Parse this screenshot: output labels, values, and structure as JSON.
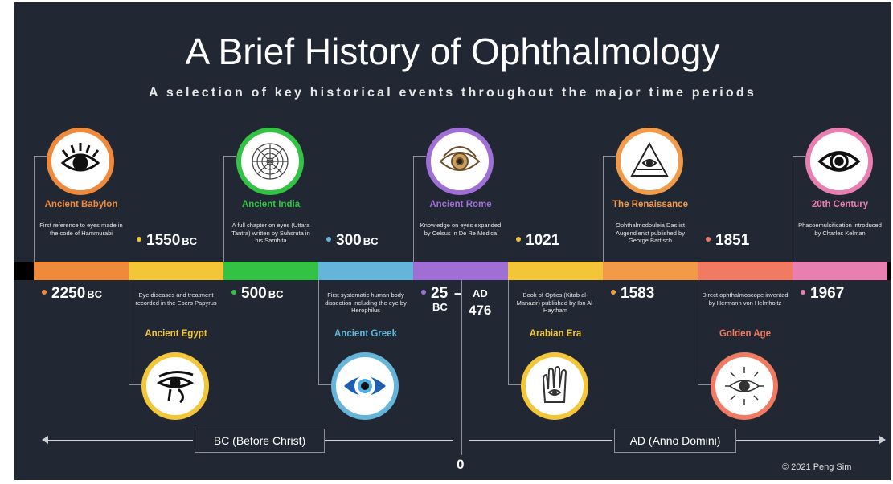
{
  "title": "A Brief History of Ophthalmology",
  "subtitle": "A selection of key historical events throughout the major time periods",
  "colors": {
    "background": "#222833",
    "babylon": "#ef8a3c",
    "egypt": "#f3c63a",
    "india": "#33c243",
    "greek": "#64b5d9",
    "rome": "#9f6fd6",
    "arabian": "#f3c63a",
    "renaissance": "#f09a4a",
    "golden": "#f07a62",
    "century20": "#e87fb0"
  },
  "eras": {
    "babylon": {
      "name": "Ancient Babylon",
      "desc": "First reference to eyes made in the code of Hammurabi",
      "date": "2250",
      "suffix": "BC",
      "icon": "eye-lashes-icon"
    },
    "egypt": {
      "name": "Ancient Egypt",
      "desc": "Eye diseases and treatment recorded in the Ebers Papyrus",
      "date": "1550",
      "suffix": "BC",
      "icon": "eye-of-horus-icon"
    },
    "india": {
      "name": "Ancient India",
      "desc": "A full chapter on eyes (Uttara Tantra) written by Suhsruta in his Samhita",
      "date": "500",
      "suffix": "BC",
      "icon": "mandala-icon"
    },
    "greek": {
      "name": "Ancient Greek",
      "desc": "First systematic human body dissection including the eye by Herophilus",
      "date": "300",
      "suffix": "BC",
      "icon": "blue-eye-icon"
    },
    "rome": {
      "name": "Ancient Rome",
      "desc": "Knowledge on eyes expanded by Celsus in De Re Medica",
      "date": "25",
      "suffix": "BC",
      "icon": "ornate-eye-icon"
    },
    "arabian": {
      "name": "Arabian Era",
      "desc": "Book of Optics (Kitab al-Manazir) published by Ibn Al-Haytham",
      "date": "1021",
      "suffix": "",
      "icon": "hamsa-icon"
    },
    "renaissance": {
      "name": "The Renaissance",
      "desc": "Ophthalmodouleia Das ist Augendienst published by George Bartisch",
      "date": "1583",
      "suffix": "",
      "icon": "pyramid-eye-icon"
    },
    "golden": {
      "name": "Golden Age",
      "desc": "Direct ophthalmoscope invented by Hermann von Helmholtz",
      "date": "1851",
      "suffix": "",
      "icon": "sun-eye-icon"
    },
    "century20": {
      "name": "20th Century",
      "desc": "Phacoemulsification introduced by Charles Kelman",
      "date": "1967",
      "suffix": "",
      "icon": "eye-outline-icon"
    }
  },
  "ad476": {
    "label": "AD",
    "value": "476"
  },
  "divider_dash": "–",
  "bc_label": "BC (Before Christ)",
  "ad_label": "AD (Anno Domini)",
  "zero": "0",
  "copyright": "© 2021 Peng Sim"
}
